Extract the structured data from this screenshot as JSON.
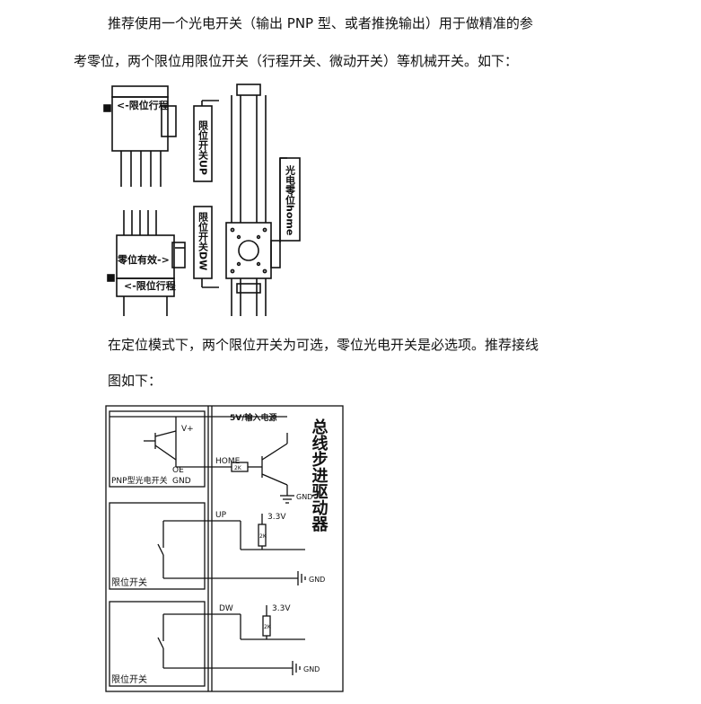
{
  "text": {
    "intro_line1": "推荐使用一个光电开关（输出 PNP 型、或者推挽输出）用于做精准的参",
    "intro_line2": "考零位，两个限位用限位开关（行程开关、微动开关）等机械开关。如下：",
    "mode_line1": "在定位模式下，两个限位开关为可选，零位光电开关是必选项。推荐接线",
    "mode_line2": "图如下："
  },
  "mech": {
    "label_limit_stroke_top": "<-限位行程",
    "label_limit_up": "限位开关UP",
    "label_home_sensor": "光电零位home",
    "label_home_valid": "零位有效->",
    "label_limit_dw": "限位开关DW",
    "label_limit_stroke_bottom": "<-限位行程"
  },
  "wiring": {
    "driver_title": "总线步进驱动器",
    "power_label": "5V/输入电源",
    "vplus": "V+",
    "oe": "OE",
    "gnd": "GND",
    "pnp_box": "PNP型光电开关",
    "home": "HOME",
    "res_2k": "2K",
    "gnd_tag": "GND",
    "up": "UP",
    "v33": "3.3V",
    "limit_box": "限位开关",
    "dw": "DW"
  }
}
